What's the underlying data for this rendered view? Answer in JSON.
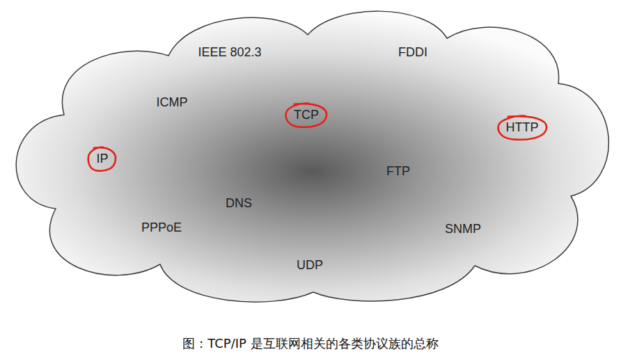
{
  "diagram": {
    "caption": "图：TCP/IP 是互联网相关的各类协议族的总称",
    "nodes": [
      {
        "text": [
          "IEEE 802.3",
          "FDDI",
          "ICMP",
          "FTP",
          "DNS",
          "PPPoE",
          "SNMP",
          "UDP"
        ]
      },
      {
        "text": [
          "TCP"
        ],
        "in": 0
      },
      {
        "text": [
          "HTTP"
        ],
        "in": 0
      },
      {
        "text": [
          "IP"
        ],
        "in": 0
      }
    ]
  }
}
